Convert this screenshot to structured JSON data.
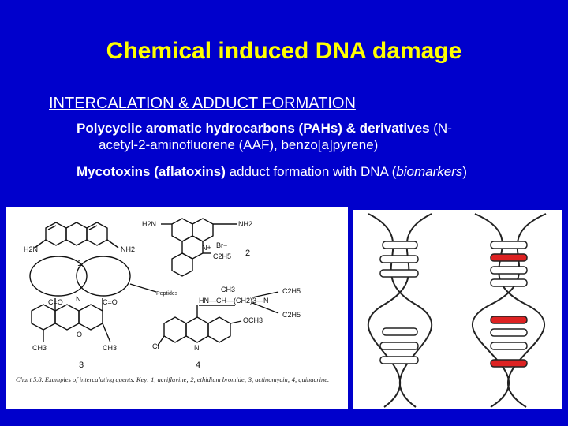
{
  "slide": {
    "title": "Chemical induced DNA damage",
    "heading": "INTERCALATION & ADDUCT FORMATION",
    "bullet1": {
      "bold": "Polycyclic aromatic hydrocarbons (PAHs) & derivatives",
      "rest_a": " (N-",
      "rest_b": "acetyl-2-aminofluorene (AAF), benzo[a]pyrene)"
    },
    "bullet2": {
      "bold": "Mycotoxins (aflatoxins)",
      "rest_a": " adduct formation with DNA (",
      "italic": "biomarkers",
      "rest_b": ")"
    }
  },
  "figure_left": {
    "labels": {
      "n1": "1",
      "n2": "2",
      "n3": "3",
      "n4": "4",
      "h2n_a": "H2N",
      "nh2_a": "NH2",
      "h2n_b": "H2N",
      "nh2_b": "NH2",
      "n_plus": "N+",
      "br_minus": "Br−",
      "c2h5_a": "C2H5",
      "peptides": "Peptides",
      "co_a": "C=O",
      "co_b": "C=O",
      "ch3_a": "CH3",
      "ch3_b": "CH3",
      "ch3_side": "CH3",
      "side_chain": "HN—CH—(CH2)3—N",
      "c2h5_b": "C2H5",
      "c2h5_c": "C2H5",
      "och3": "OCH3",
      "cl": "Cl",
      "o": "O",
      "n_a": "N",
      "n_b": "N"
    },
    "caption": "Chart 5.8. Examples of intercalating agents. Key: 1, acriflavine; 2, ethidium bromide; 3, actinomycin; 4, quinacrine."
  },
  "figure_right": {
    "colors": {
      "strand": "#222222",
      "intercalator": "#dd2222"
    }
  }
}
